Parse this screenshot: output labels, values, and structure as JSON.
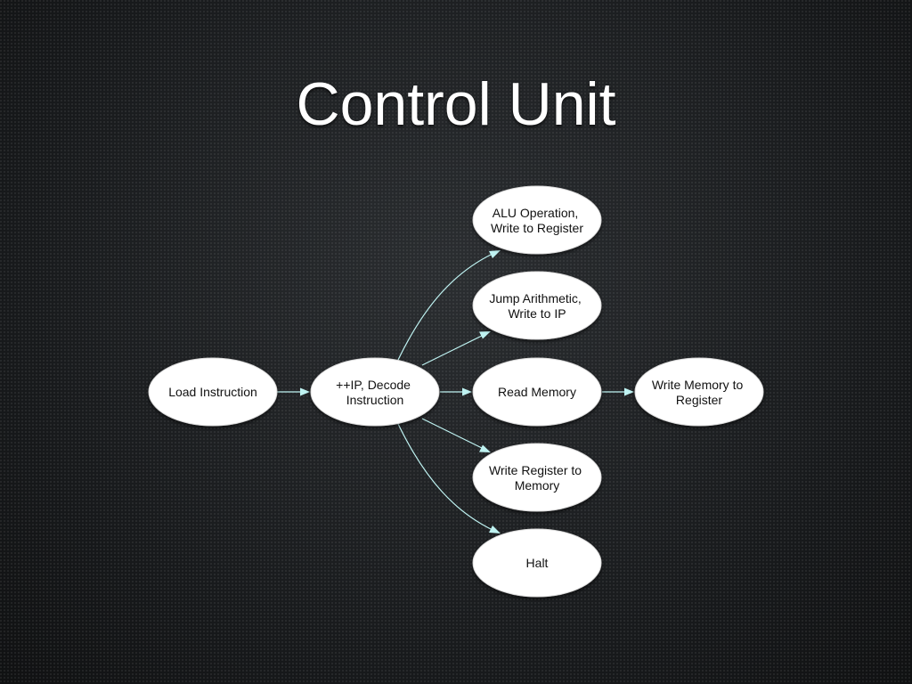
{
  "slide": {
    "title": "Control Unit"
  },
  "colors": {
    "node_fill": "#ffffff",
    "edge": "#bff3f2",
    "title": "#ffffff",
    "background": "#1a1c1e"
  },
  "nodes": {
    "alu": {
      "lines": [
        "ALU Operation,",
        "Write to Register"
      ]
    },
    "jump": {
      "lines": [
        "Jump Arithmetic,",
        "Write to IP"
      ]
    },
    "load": {
      "lines": [
        "Load Instruction"
      ]
    },
    "decode": {
      "lines": [
        "++IP, Decode",
        "Instruction"
      ]
    },
    "read": {
      "lines": [
        "Read Memory"
      ]
    },
    "writemem": {
      "lines": [
        "Write Memory to",
        "Register"
      ]
    },
    "writereg": {
      "lines": [
        "Write Register to",
        "Memory"
      ]
    },
    "halt": {
      "lines": [
        "Halt"
      ]
    }
  },
  "edges": [
    {
      "from": "load",
      "to": "decode"
    },
    {
      "from": "decode",
      "to": "alu"
    },
    {
      "from": "decode",
      "to": "jump"
    },
    {
      "from": "decode",
      "to": "read"
    },
    {
      "from": "decode",
      "to": "writereg"
    },
    {
      "from": "decode",
      "to": "halt"
    },
    {
      "from": "read",
      "to": "writemem"
    }
  ]
}
